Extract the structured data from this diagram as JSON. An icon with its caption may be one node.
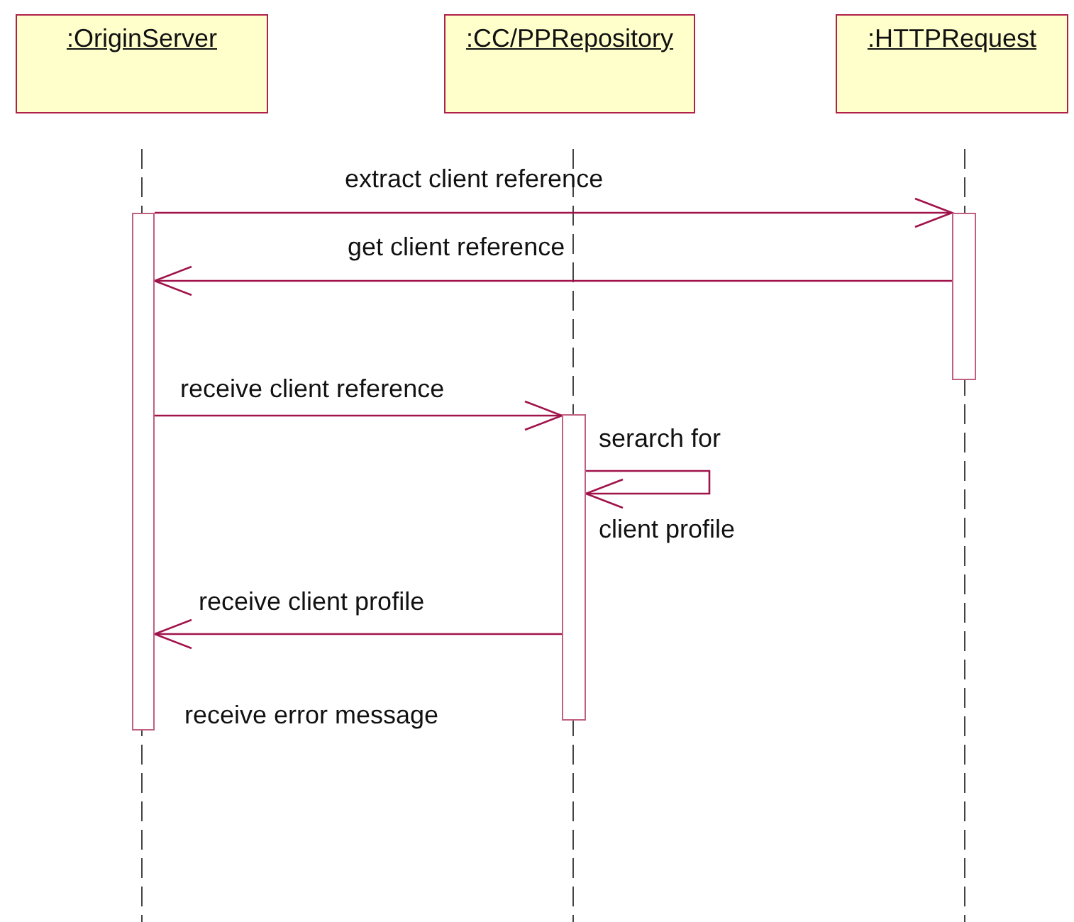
{
  "diagram": {
    "nodes": [
      {
        "text": [
          ":OriginServer"
        ]
      },
      {
        "text": [
          ":CC/PPRepository"
        ]
      },
      {
        "text": [
          ":HTTPRequest"
        ]
      },
      {
        "text": [],
        "shape": "bar"
      },
      {
        "text": [],
        "shape": "bar"
      },
      {
        "text": [],
        "shape": "bar"
      }
    ],
    "edges": [
      {
        "from": 3,
        "to": 5,
        "arrow": "to",
        "label": "extract client reference"
      },
      {
        "from": 5,
        "to": 3,
        "arrow": "to",
        "label": "get client reference"
      },
      {
        "from": 3,
        "to": 4,
        "arrow": "to",
        "label": "receive client reference"
      },
      {
        "from": 4,
        "to": 4,
        "arrow": "to",
        "label": "serarch for client profile"
      },
      {
        "from": 4,
        "to": 3,
        "arrow": "to",
        "label": "receive client profile"
      }
    ],
    "labels": [
      "receive error message"
    ]
  }
}
